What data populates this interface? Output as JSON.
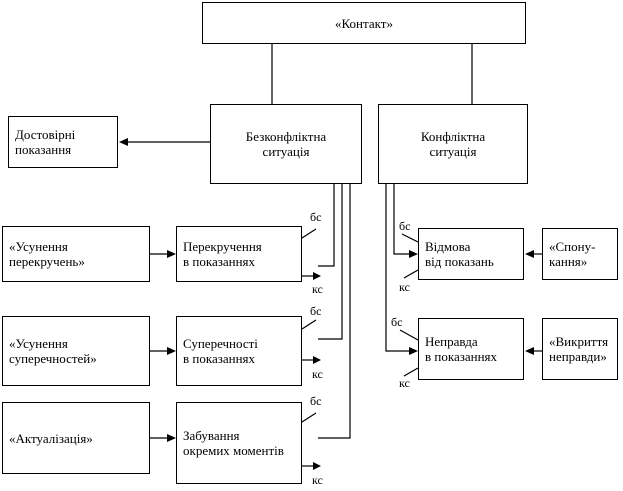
{
  "diagram": {
    "contact": "«Контакт»",
    "reliable": "Достовірні\nпоказання",
    "nonconflict": "Безконфліктна\nситуація",
    "conflict": "Конфліктна\nситуація",
    "elim_distortions": "«Усунення\nперекручень»",
    "distortions": "Перекручення\nв показаннях",
    "elim_contradictions": "«Усунення\nсуперечностей»",
    "contradictions": "Суперечності\nв показаннях",
    "actualization": "«Актуалізація»",
    "forgetting": "Забування\nокремих моментів",
    "refusal": "Відмова\nвід показань",
    "encouragement": "«Спону-\nкання»",
    "falsehood": "Неправда\nв показаннях",
    "exposure": "«Викриття\nнеправди»",
    "bs": "бс",
    "ks": "кс"
  }
}
